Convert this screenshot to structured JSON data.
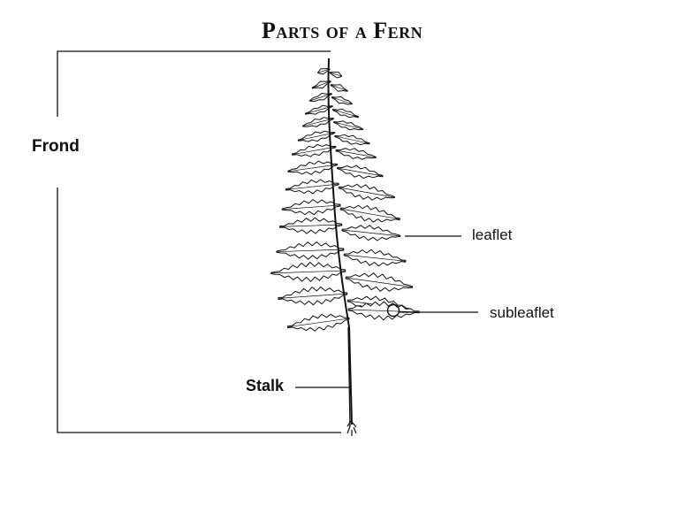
{
  "diagram": {
    "title": "Parts of a Fern",
    "labels": {
      "frond": "Frond",
      "leaflet": "leaflet",
      "subleaflet": "subleaflet",
      "stalk": "Stalk"
    }
  },
  "colors": {
    "ink": "#111111",
    "background": "#ffffff"
  }
}
